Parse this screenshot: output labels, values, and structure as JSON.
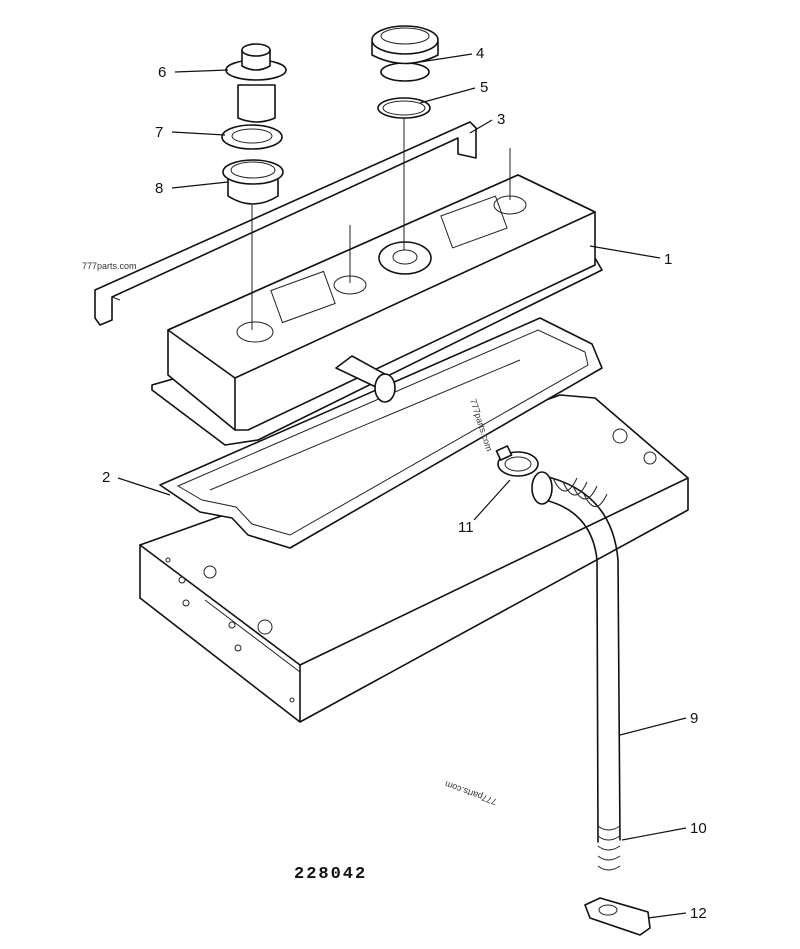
{
  "diagram": {
    "drawing_code": "228042",
    "watermarks": [
      "777parts.com",
      "777parts.com",
      "777parts.com"
    ],
    "callouts": [
      "1",
      "2",
      "3",
      "4",
      "5",
      "6",
      "7",
      "8",
      "9",
      "10",
      "11",
      "12"
    ]
  }
}
